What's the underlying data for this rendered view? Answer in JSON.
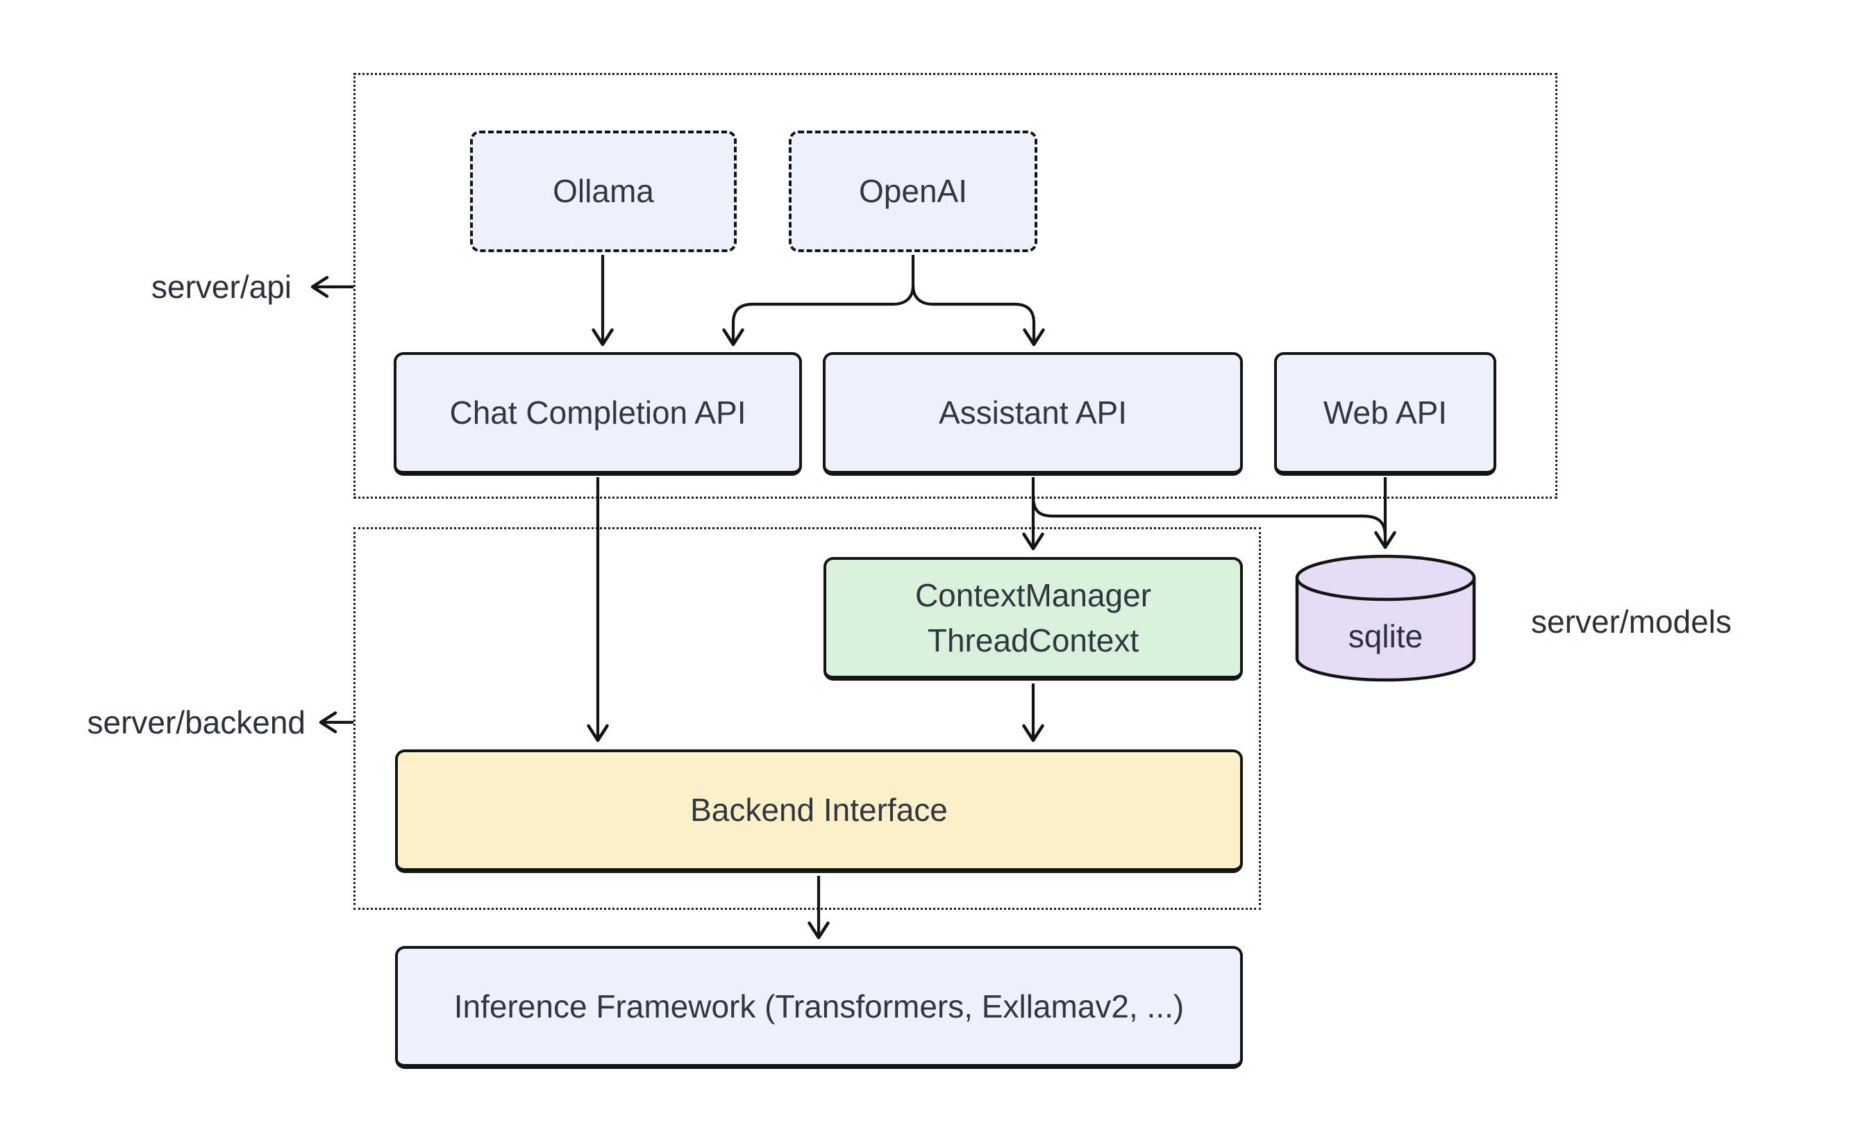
{
  "diagram": {
    "background_color": "#ffffff",
    "line_color": "#141414",
    "text_color": "#2f3741",
    "groups": [
      {
        "id": "server-api",
        "label": "server/api"
      },
      {
        "id": "server-backend",
        "label": "server/backend"
      }
    ],
    "side_labels": [
      {
        "id": "server-models",
        "label": "server/models"
      }
    ],
    "nodes": [
      {
        "id": "ollama",
        "label": "Ollama",
        "fill": "#ecf1fb",
        "border_style": "dashed"
      },
      {
        "id": "openai",
        "label": "OpenAI",
        "fill": "#ecf1fb",
        "border_style": "dashed"
      },
      {
        "id": "chat-completion-api",
        "label": "Chat Completion API",
        "fill": "#ecf1fb",
        "border_style": "solid"
      },
      {
        "id": "assistant-api",
        "label": "Assistant API",
        "fill": "#ecf1fb",
        "border_style": "solid"
      },
      {
        "id": "web-api",
        "label": "Web API",
        "fill": "#ecf1fb",
        "border_style": "solid"
      },
      {
        "id": "context-manager",
        "label_line1": "ContextManager",
        "label_line2": "ThreadContext",
        "fill": "#d8f1da",
        "border_style": "solid"
      },
      {
        "id": "sqlite",
        "label": "sqlite",
        "fill": "#e7dcf6",
        "shape": "cylinder"
      },
      {
        "id": "backend-interface",
        "label": "Backend Interface",
        "fill": "#fbf0c7",
        "border_style": "solid"
      },
      {
        "id": "inference-framework",
        "label": "Inference Framework (Transformers, Exllamav2, ...)",
        "fill": "#ecf1fb",
        "border_style": "solid"
      }
    ],
    "edges": [
      {
        "from": "ollama",
        "to": "chat-completion-api"
      },
      {
        "from": "openai",
        "to": "chat-completion-api"
      },
      {
        "from": "openai",
        "to": "assistant-api"
      },
      {
        "from": "chat-completion-api",
        "to": "backend-interface"
      },
      {
        "from": "assistant-api",
        "to": "context-manager"
      },
      {
        "from": "assistant-api",
        "to": "sqlite"
      },
      {
        "from": "web-api",
        "to": "sqlite"
      },
      {
        "from": "context-manager",
        "to": "backend-interface"
      },
      {
        "from": "backend-interface",
        "to": "inference-framework"
      }
    ]
  }
}
